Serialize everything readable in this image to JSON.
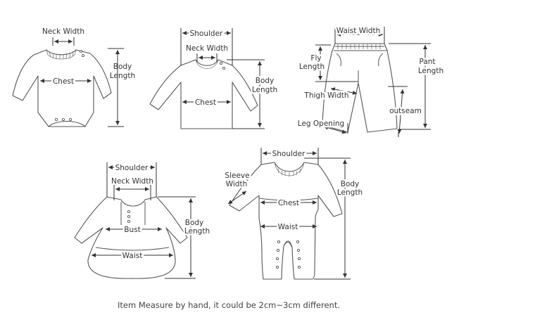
{
  "diagrams": {
    "bodysuit": {
      "neck_width": "Neck Width",
      "chest": "Chest",
      "body_length_1": "Body",
      "body_length_2": "Length"
    },
    "shirt": {
      "shoulder": "Shoulder",
      "neck_width": "Neck Width",
      "chest": "Chest",
      "body_length_1": "Body",
      "body_length_2": "Length"
    },
    "pants": {
      "waist_width": "Waist Width",
      "fly_length_1": "Fly",
      "fly_length_2": "Length",
      "pant_length_1": "Pant",
      "pant_length_2": "Length",
      "thigh_width": "Thigh Width",
      "outseam": "outseam",
      "leg_opening": "Leg Opening"
    },
    "dress": {
      "shoulder": "Shoulder",
      "neck_width": "Neck Width",
      "bust": "Bust",
      "waist": "Waist",
      "body_length_1": "Body",
      "body_length_2": "Length"
    },
    "romper": {
      "shoulder": "Shoulder",
      "sleeve_width_1": "Sleeve",
      "sleeve_width_2": "Width",
      "chest": "Chest",
      "waist": "Waist",
      "body_length_1": "Body",
      "body_length_2": "Length"
    }
  },
  "note": "Item Measure by hand, it could be 2cm~3cm different.",
  "colors": {
    "line": "#555555",
    "dimension": "#333333",
    "background": "#ffffff"
  }
}
